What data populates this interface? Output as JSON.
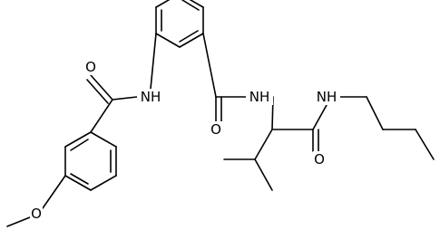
{
  "diagram": {
    "type": "chemical-structure",
    "bond_color": "#000000",
    "background": "#ffffff",
    "atom_labels": {
      "nh_left": "NH",
      "nh_center": "NH",
      "nh_right": "NH",
      "o_methoxy": "O",
      "o_amide_left": "O",
      "o_amide_center": "O",
      "o_amide_right": "O"
    }
  }
}
